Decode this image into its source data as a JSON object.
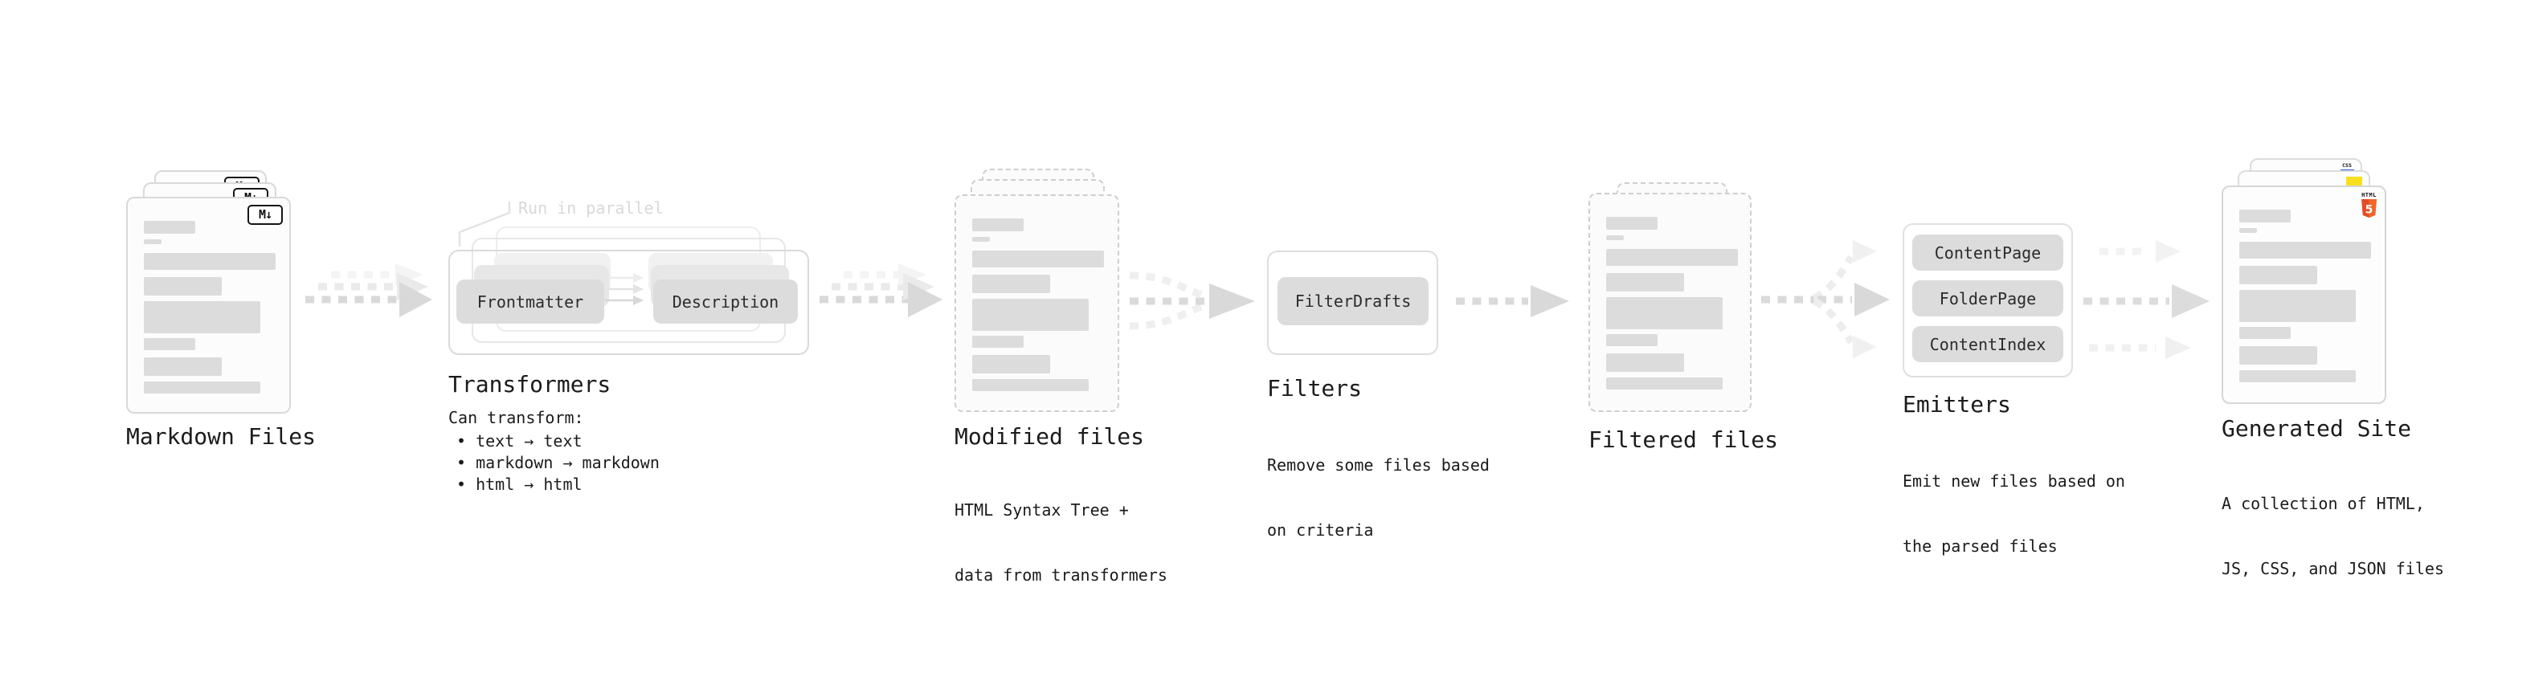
{
  "stage_markdown": {
    "label": "Markdown Files",
    "badge": "M↓"
  },
  "stage_transformers": {
    "annotation": "Run in parallel",
    "box_left": "Frontmatter",
    "box_right": "Description",
    "title": "Transformers",
    "desc_heading": "Can transform:",
    "bullets": [
      "• text → text",
      "• markdown → markdown",
      "• html → html"
    ]
  },
  "stage_modified": {
    "label": "Modified files",
    "desc_lines": [
      "HTML Syntax Tree +",
      "data from transformers"
    ]
  },
  "stage_filters": {
    "pill": "FilterDrafts",
    "title": "Filters",
    "desc_lines": [
      "Remove some files based",
      "on criteria"
    ]
  },
  "stage_filtered": {
    "label": "Filtered files"
  },
  "stage_emitters": {
    "pills": [
      "ContentPage",
      "FolderPage",
      "ContentIndex"
    ],
    "title": "Emitters",
    "desc_lines": [
      "Emit new files based on",
      "the parsed files"
    ]
  },
  "stage_generated": {
    "label": "Generated Site",
    "desc_lines": [
      "A collection of HTML,",
      "JS, CSS, and JSON files"
    ],
    "badges": {
      "html_label": "HTML",
      "html_number": "5",
      "css_label": "CSS"
    }
  },
  "colors": {
    "html5_orange": "#e44d26",
    "js_yellow": "#f7df1e",
    "css_blue": "#2b5ce5",
    "arrow_gray": "#d9d9d9",
    "arrow_faint": "#efefef",
    "card_border": "#d9d9d9",
    "bar_gray": "#dcdcdc"
  }
}
